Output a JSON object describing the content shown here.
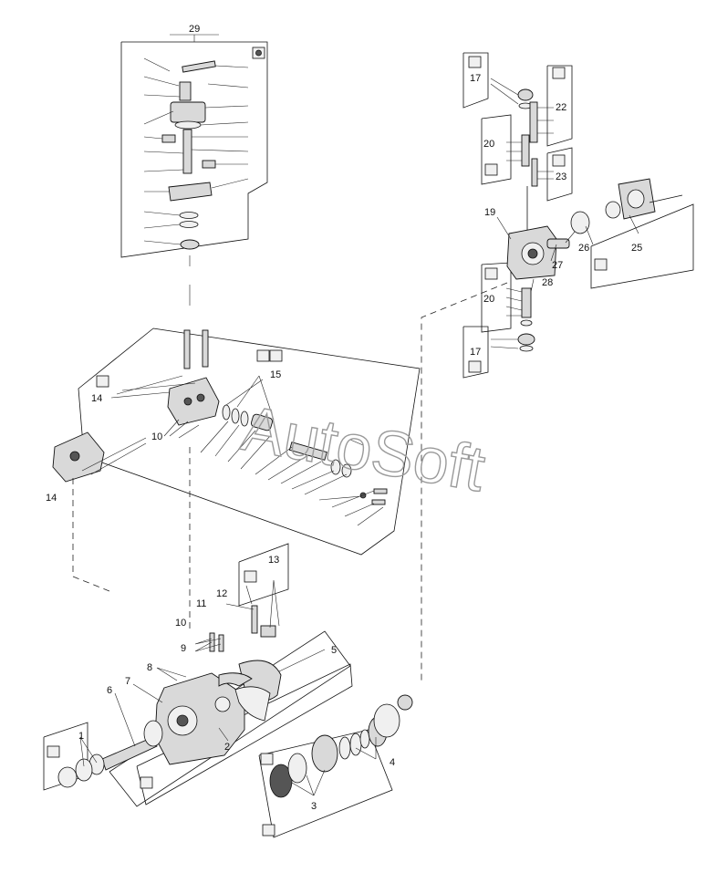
{
  "watermark": "AutoSoft",
  "callouts": {
    "c29": "29",
    "c17a": "17",
    "c22": "22",
    "c20a": "20",
    "c23": "23",
    "c19": "19",
    "c26": "26",
    "c25": "25",
    "c27": "27",
    "c28": "28",
    "c20b": "20",
    "c17b": "17",
    "c15": "15",
    "c14a": "14",
    "c10a": "10",
    "c14b": "14",
    "c13": "13",
    "c12": "12",
    "c11": "11",
    "c10b": "10",
    "c9": "9",
    "c8": "8",
    "c5": "5",
    "c7": "7",
    "c6": "6",
    "c1": "1",
    "c2": "2",
    "c4": "4",
    "c3": "3"
  }
}
